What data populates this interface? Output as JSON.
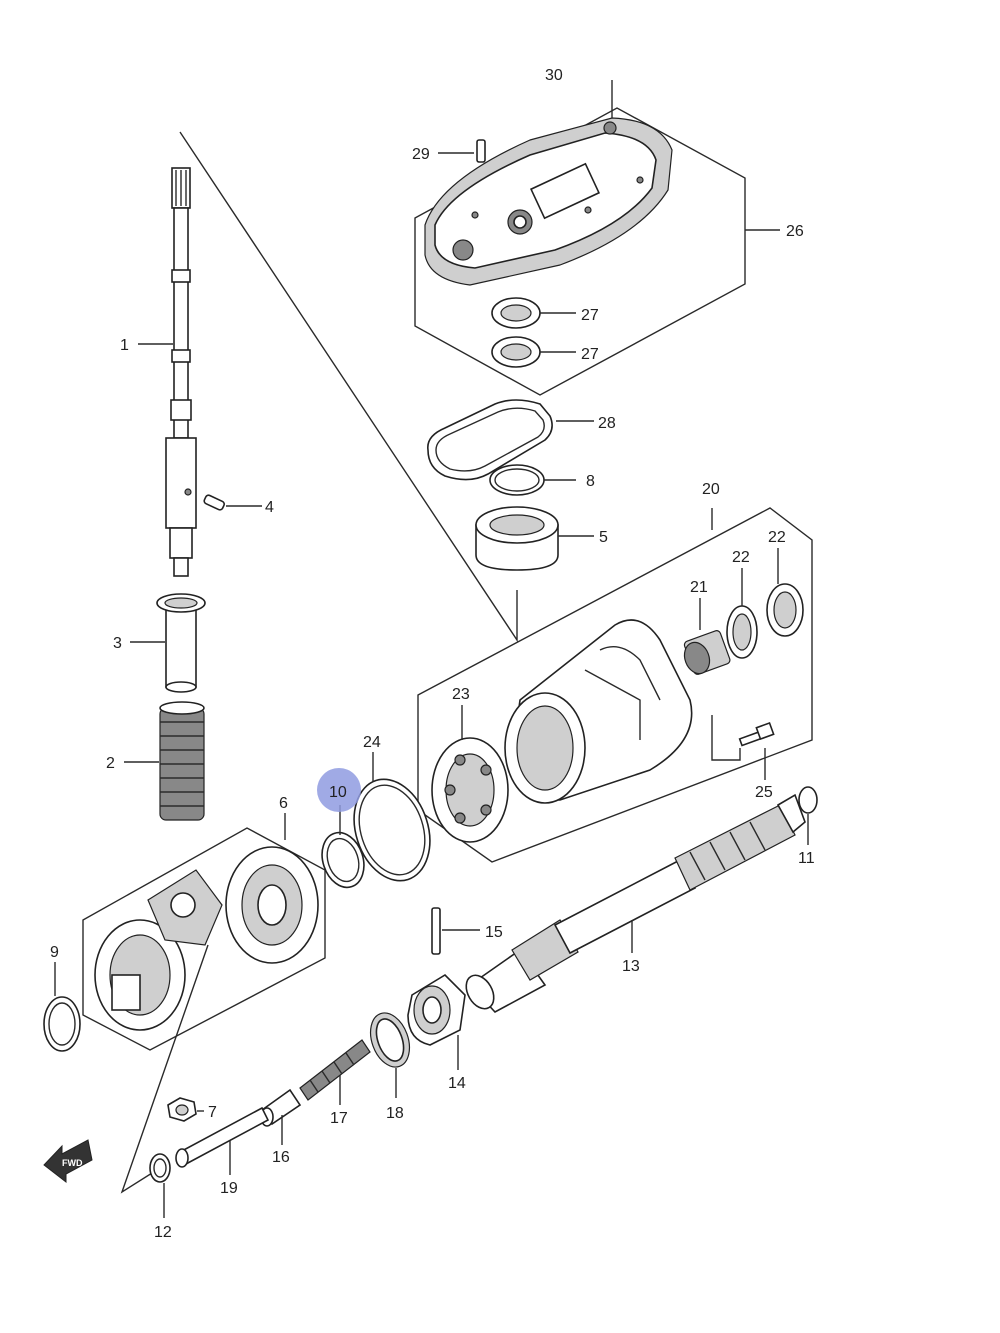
{
  "diagram": {
    "highlight_color": "#8f9be0",
    "highlighted_part": "10",
    "fwd_marker": "FWD",
    "cropped_top_label": "30",
    "callouts": {
      "c1": "1",
      "c2": "2",
      "c3": "3",
      "c4": "4",
      "c5": "5",
      "c6": "6",
      "c7": "7",
      "c8": "8",
      "c9": "9",
      "c10": "10",
      "c11": "11",
      "c12": "12",
      "c13": "13",
      "c14": "14",
      "c15": "15",
      "c16": "16",
      "c17": "17",
      "c18": "18",
      "c19": "19",
      "c20": "20",
      "c21": "21",
      "c22a": "22",
      "c22b": "22",
      "c23": "23",
      "c24": "24",
      "c25": "25",
      "c26": "26",
      "c27a": "27",
      "c27b": "27",
      "c28": "28",
      "c29": "29"
    }
  }
}
